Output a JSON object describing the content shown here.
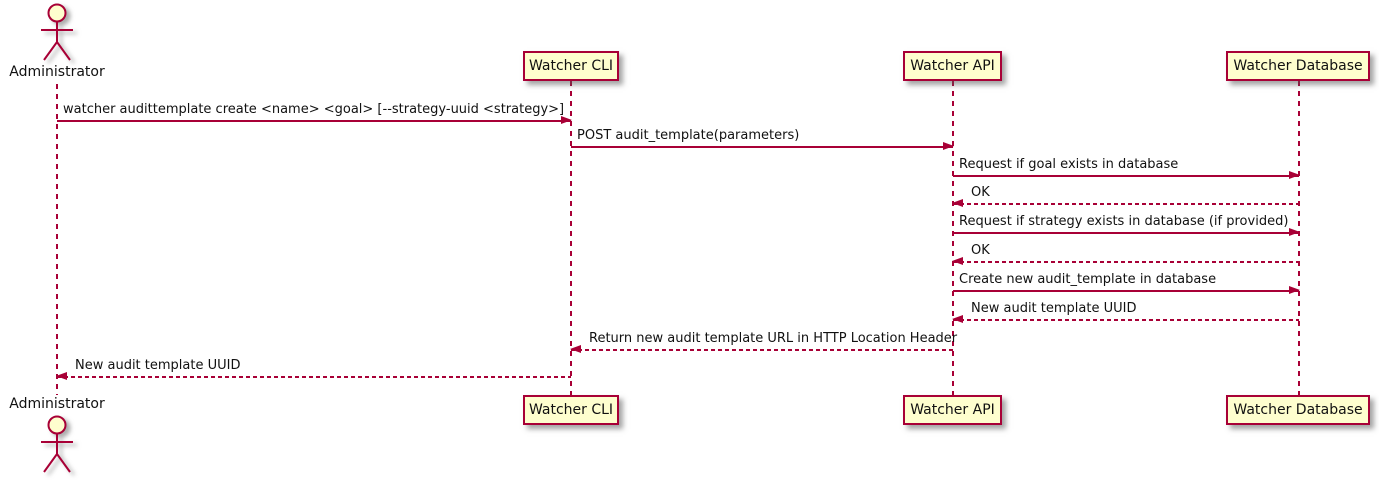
{
  "diagram": {
    "type": "sequence-diagram",
    "actor": {
      "name": "Administrator"
    },
    "participants": [
      {
        "name": "Watcher CLI"
      },
      {
        "name": "Watcher API"
      },
      {
        "name": "Watcher Database"
      }
    ],
    "messages": [
      {
        "label": "watcher audittemplate create <name> <goal> [--strategy-uuid <strategy>]",
        "from": "Administrator",
        "to": "Watcher CLI",
        "line": "solid",
        "direction": "right"
      },
      {
        "label": "POST audit_template(parameters)",
        "from": "Watcher CLI",
        "to": "Watcher API",
        "line": "solid",
        "direction": "right"
      },
      {
        "label": "Request if goal exists in database",
        "from": "Watcher API",
        "to": "Watcher Database",
        "line": "solid",
        "direction": "right"
      },
      {
        "label": "OK",
        "from": "Watcher Database",
        "to": "Watcher API",
        "line": "dashed",
        "direction": "left"
      },
      {
        "label": "Request if strategy exists in database (if provided)",
        "from": "Watcher API",
        "to": "Watcher Database",
        "line": "solid",
        "direction": "right"
      },
      {
        "label": "OK",
        "from": "Watcher Database",
        "to": "Watcher API",
        "line": "dashed",
        "direction": "left"
      },
      {
        "label": "Create new audit_template in database",
        "from": "Watcher API",
        "to": "Watcher Database",
        "line": "solid",
        "direction": "right"
      },
      {
        "label": "New audit template UUID",
        "from": "Watcher Database",
        "to": "Watcher API",
        "line": "dashed",
        "direction": "left"
      },
      {
        "label": "Return new audit template URL in HTTP Location Header",
        "from": "Watcher API",
        "to": "Watcher CLI",
        "line": "dashed",
        "direction": "left"
      },
      {
        "label": "New audit template UUID",
        "from": "Watcher CLI",
        "to": "Administrator",
        "line": "dashed",
        "direction": "left"
      }
    ],
    "colors": {
      "participant_fill": "#FEFECE",
      "border": "#A80036",
      "arrow": "#A80036",
      "lifeline": "#A80036",
      "text": "#111111",
      "background": "#FFFFFF"
    }
  }
}
